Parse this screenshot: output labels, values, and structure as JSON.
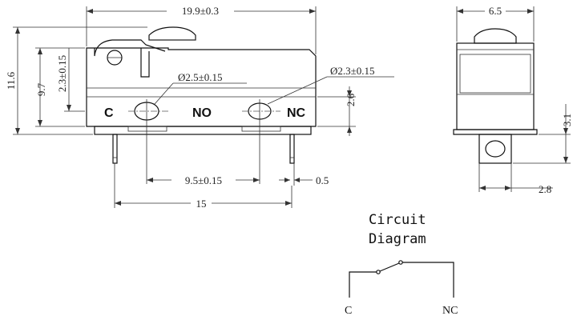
{
  "front_view": {
    "dim_length": "19.9±0.3",
    "dim_height_total": "11.6",
    "dim_height_body": "9.7",
    "dim_hole_height": "2.3±0.15",
    "dim_hole_no": "Ø2.5±0.15",
    "dim_hole_nc": "Ø2.3±0.15",
    "dim_pin_band": "2.6",
    "dim_hole_pitch": "9.5±0.15",
    "dim_pin_thickness": "0.5",
    "dim_pin_span": "15",
    "labels": {
      "c": "C",
      "no": "NO",
      "nc": "NC"
    }
  },
  "side_view": {
    "dim_width": "6.5",
    "dim_tab_height": "3.1",
    "dim_tab_width": "2.8"
  },
  "circuit": {
    "title_line1": "Circuit",
    "title_line2": "Diagram",
    "terminal_c": "C",
    "terminal_nc": "NC"
  }
}
